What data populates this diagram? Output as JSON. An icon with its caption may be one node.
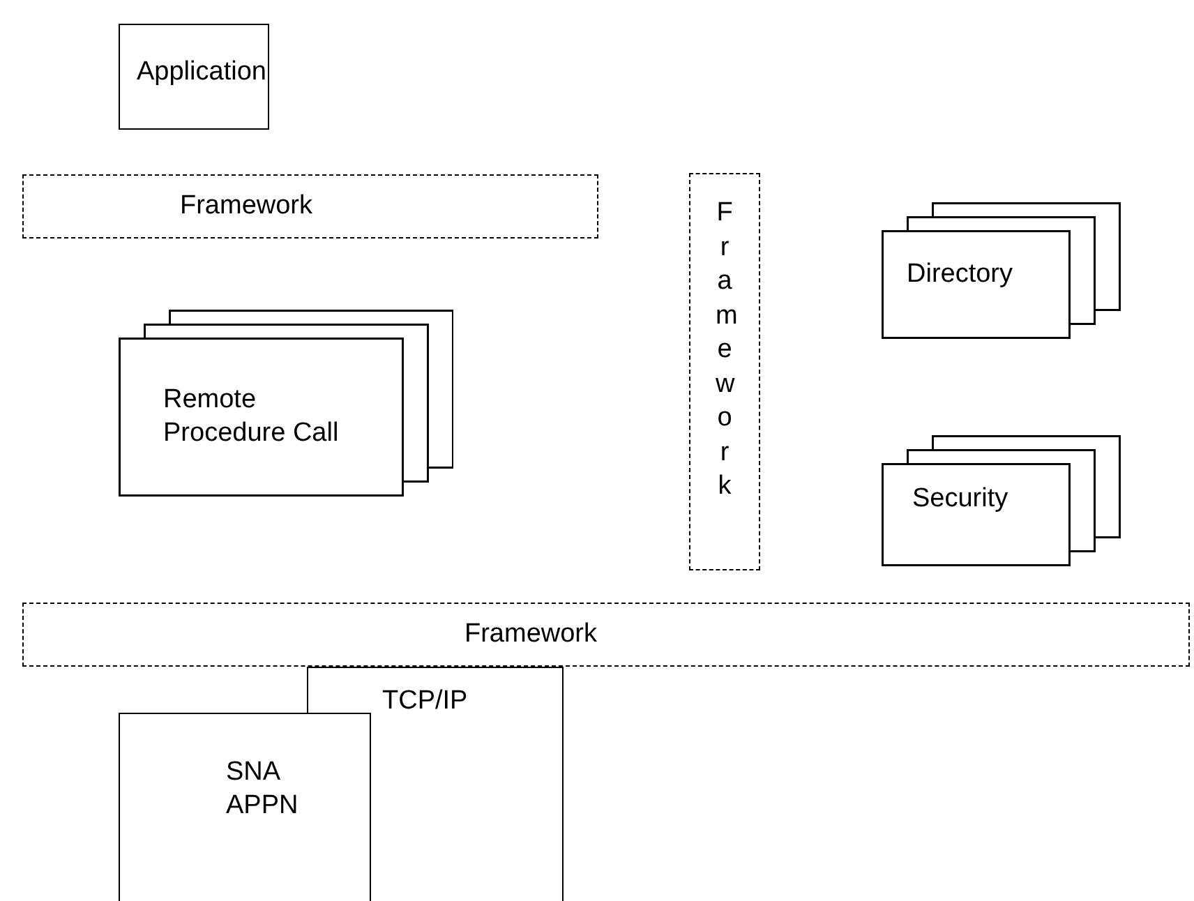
{
  "diagram": {
    "nodes": [
      {
        "text": [
          "Application"
        ]
      },
      {
        "text": [
          "Framework"
        ]
      },
      {
        "text": [
          "Framework"
        ]
      },
      {
        "text": [
          "Directory"
        ]
      },
      {
        "text": [
          "Remote Procedure Call"
        ]
      },
      {
        "text": [
          "Security"
        ]
      },
      {
        "text": [
          "Framework"
        ]
      },
      {
        "text": [
          "TCP/IP"
        ]
      },
      {
        "text": [
          "SNA APPN"
        ]
      }
    ]
  }
}
